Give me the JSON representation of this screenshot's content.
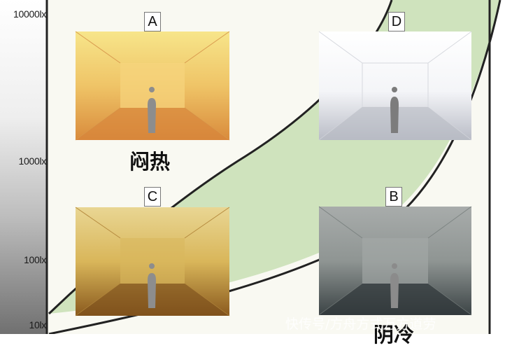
{
  "lux_scale": [
    "10000lx",
    "1000lx",
    "100lx",
    "10lx"
  ],
  "rooms": {
    "a": {
      "label": "A",
      "mood": "闷热"
    },
    "b": {
      "label": "B",
      "mood": "阴冷"
    },
    "c": {
      "label": "C"
    },
    "d": {
      "label": "D"
    }
  },
  "watermark": "快传号/方舟方式万方道劳",
  "colors": {
    "comfort_band": "#cfe3bd",
    "background": "#f9f9f2",
    "boundary": "#222222"
  }
}
